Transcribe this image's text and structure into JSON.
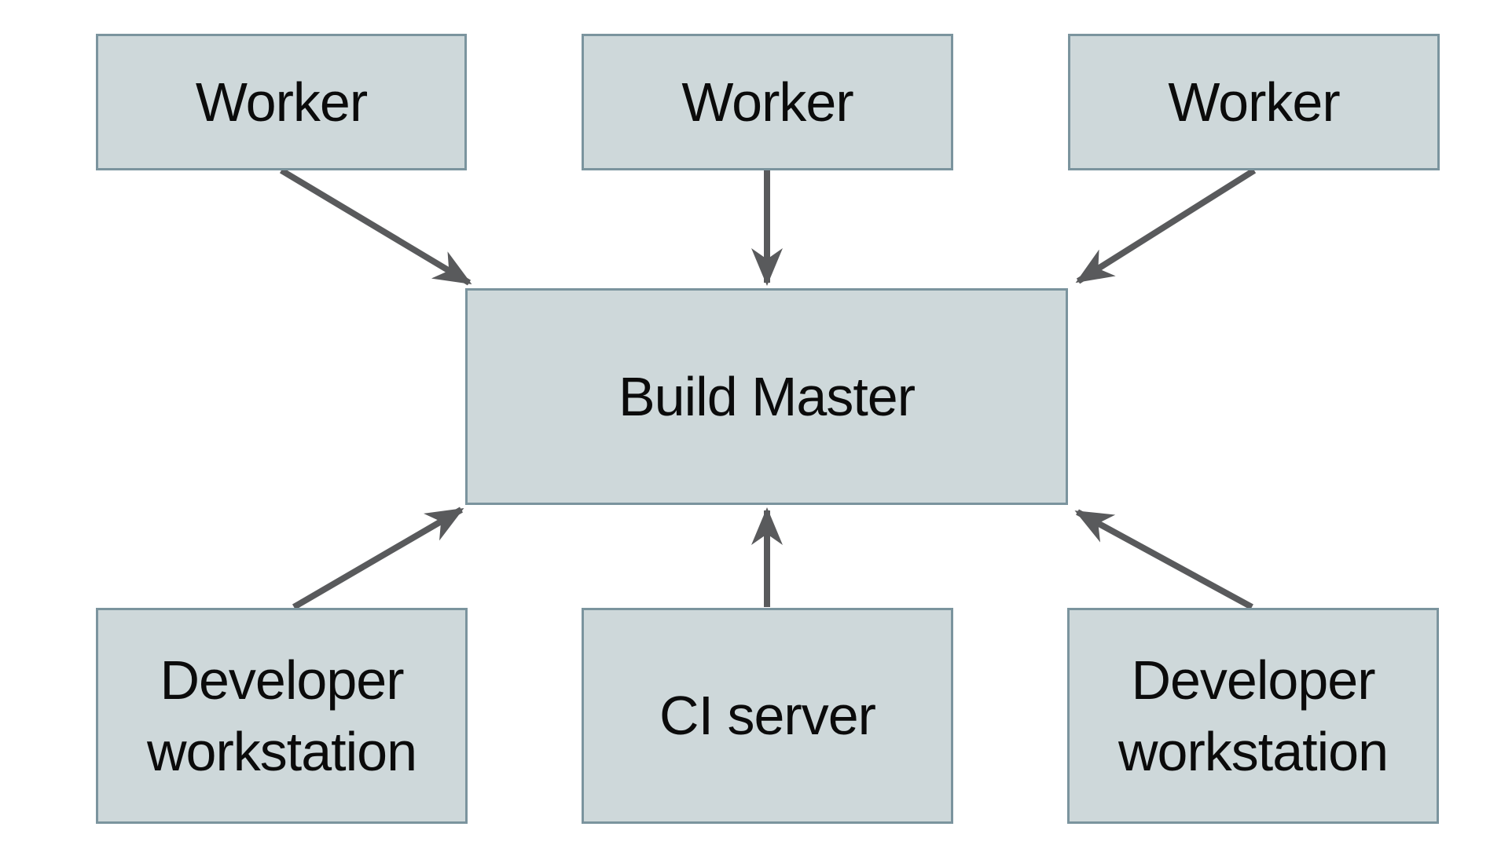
{
  "diagram": {
    "colors": {
      "background": "#ffffff",
      "node_fill": "#ced8da",
      "node_border": "#7b949e",
      "arrow": "#595a5c",
      "text": "#0b0b0b"
    },
    "nodes": {
      "worker_left": {
        "label": "Worker"
      },
      "worker_center": {
        "label": "Worker"
      },
      "worker_right": {
        "label": "Worker"
      },
      "build_master": {
        "label": "Build Master"
      },
      "developer_workstation_left": {
        "label": "Developer workstation"
      },
      "ci_server": {
        "label": "CI server"
      },
      "developer_workstation_right": {
        "label": "Developer workstation"
      }
    },
    "edges": [
      {
        "from": "worker_left",
        "to": "build_master"
      },
      {
        "from": "worker_center",
        "to": "build_master"
      },
      {
        "from": "worker_right",
        "to": "build_master"
      },
      {
        "from": "developer_workstation_left",
        "to": "build_master"
      },
      {
        "from": "ci_server",
        "to": "build_master"
      },
      {
        "from": "developer_workstation_right",
        "to": "build_master"
      }
    ]
  }
}
